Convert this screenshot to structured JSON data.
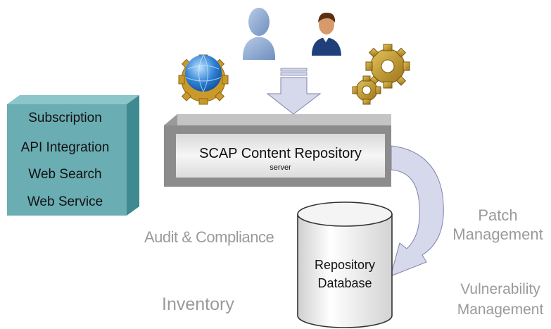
{
  "service_box": {
    "items": [
      "Subscription",
      "API Integration",
      "Web Search",
      "Web Service"
    ]
  },
  "repository_bar": {
    "title": "SCAP Content Repository",
    "subtitle": "server"
  },
  "database": {
    "line1": "Repository",
    "line2": "Database"
  },
  "labels": {
    "audit": "Audit & Compliance",
    "inventory": "Inventory",
    "patch_line1": "Patch",
    "patch_line2": "Management",
    "vuln_line1": "Vulnerability",
    "vuln_line2": "Management"
  },
  "icons": [
    "globe-gear-icon",
    "person-silhouette-icon",
    "person-avatar-icon",
    "gears-icon",
    "down-arrow-icon",
    "curved-arrow-icon"
  ],
  "colors": {
    "teal_front": "#6aadb3",
    "teal_side": "#3f8a90",
    "bar_light": "#ececec",
    "bar_shadow": "#8c8c8c",
    "arrow_fill": "#d6d8ec",
    "label_gray": "#9a9a9a"
  }
}
